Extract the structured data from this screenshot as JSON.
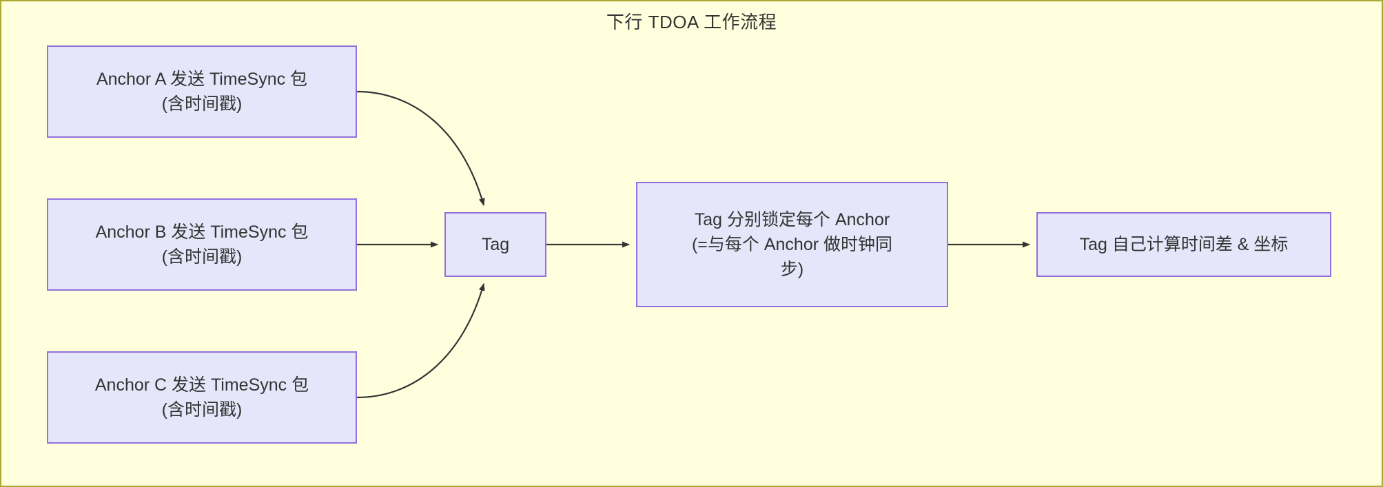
{
  "diagram": {
    "title": "下行 TDOA 工作流程",
    "background_color": "#ffffdd",
    "border_color": "#aaaa33",
    "node_fill_color": "#e6e6fa",
    "node_border_color": "#9370db",
    "edge_color": "#333333",
    "nodes": [
      {
        "id": "anchor-a",
        "lines": [
          "Anchor A 发送 TimeSync 包",
          "(含时间戳)"
        ]
      },
      {
        "id": "anchor-b",
        "lines": [
          "Anchor B 发送 TimeSync 包",
          "(含时间戳)"
        ]
      },
      {
        "id": "anchor-c",
        "lines": [
          "Anchor C 发送 TimeSync 包",
          "(含时间戳)"
        ]
      },
      {
        "id": "tag",
        "lines": [
          "Tag"
        ]
      },
      {
        "id": "tag-lock",
        "lines": [
          "Tag 分别锁定每个 Anchor",
          "(=与每个 Anchor 做时钟同",
          "步)"
        ]
      },
      {
        "id": "tag-calc",
        "lines": [
          "Tag 自己计算时间差 & 坐标"
        ]
      }
    ],
    "edges": [
      {
        "from": "anchor-a",
        "to": "tag",
        "style": "curved",
        "label": ""
      },
      {
        "from": "anchor-b",
        "to": "tag",
        "style": "straight",
        "label": ""
      },
      {
        "from": "anchor-c",
        "to": "tag",
        "style": "curved",
        "label": ""
      },
      {
        "from": "tag",
        "to": "tag-lock",
        "style": "straight",
        "label": ""
      },
      {
        "from": "tag-lock",
        "to": "tag-calc",
        "style": "straight",
        "label": ""
      }
    ]
  }
}
